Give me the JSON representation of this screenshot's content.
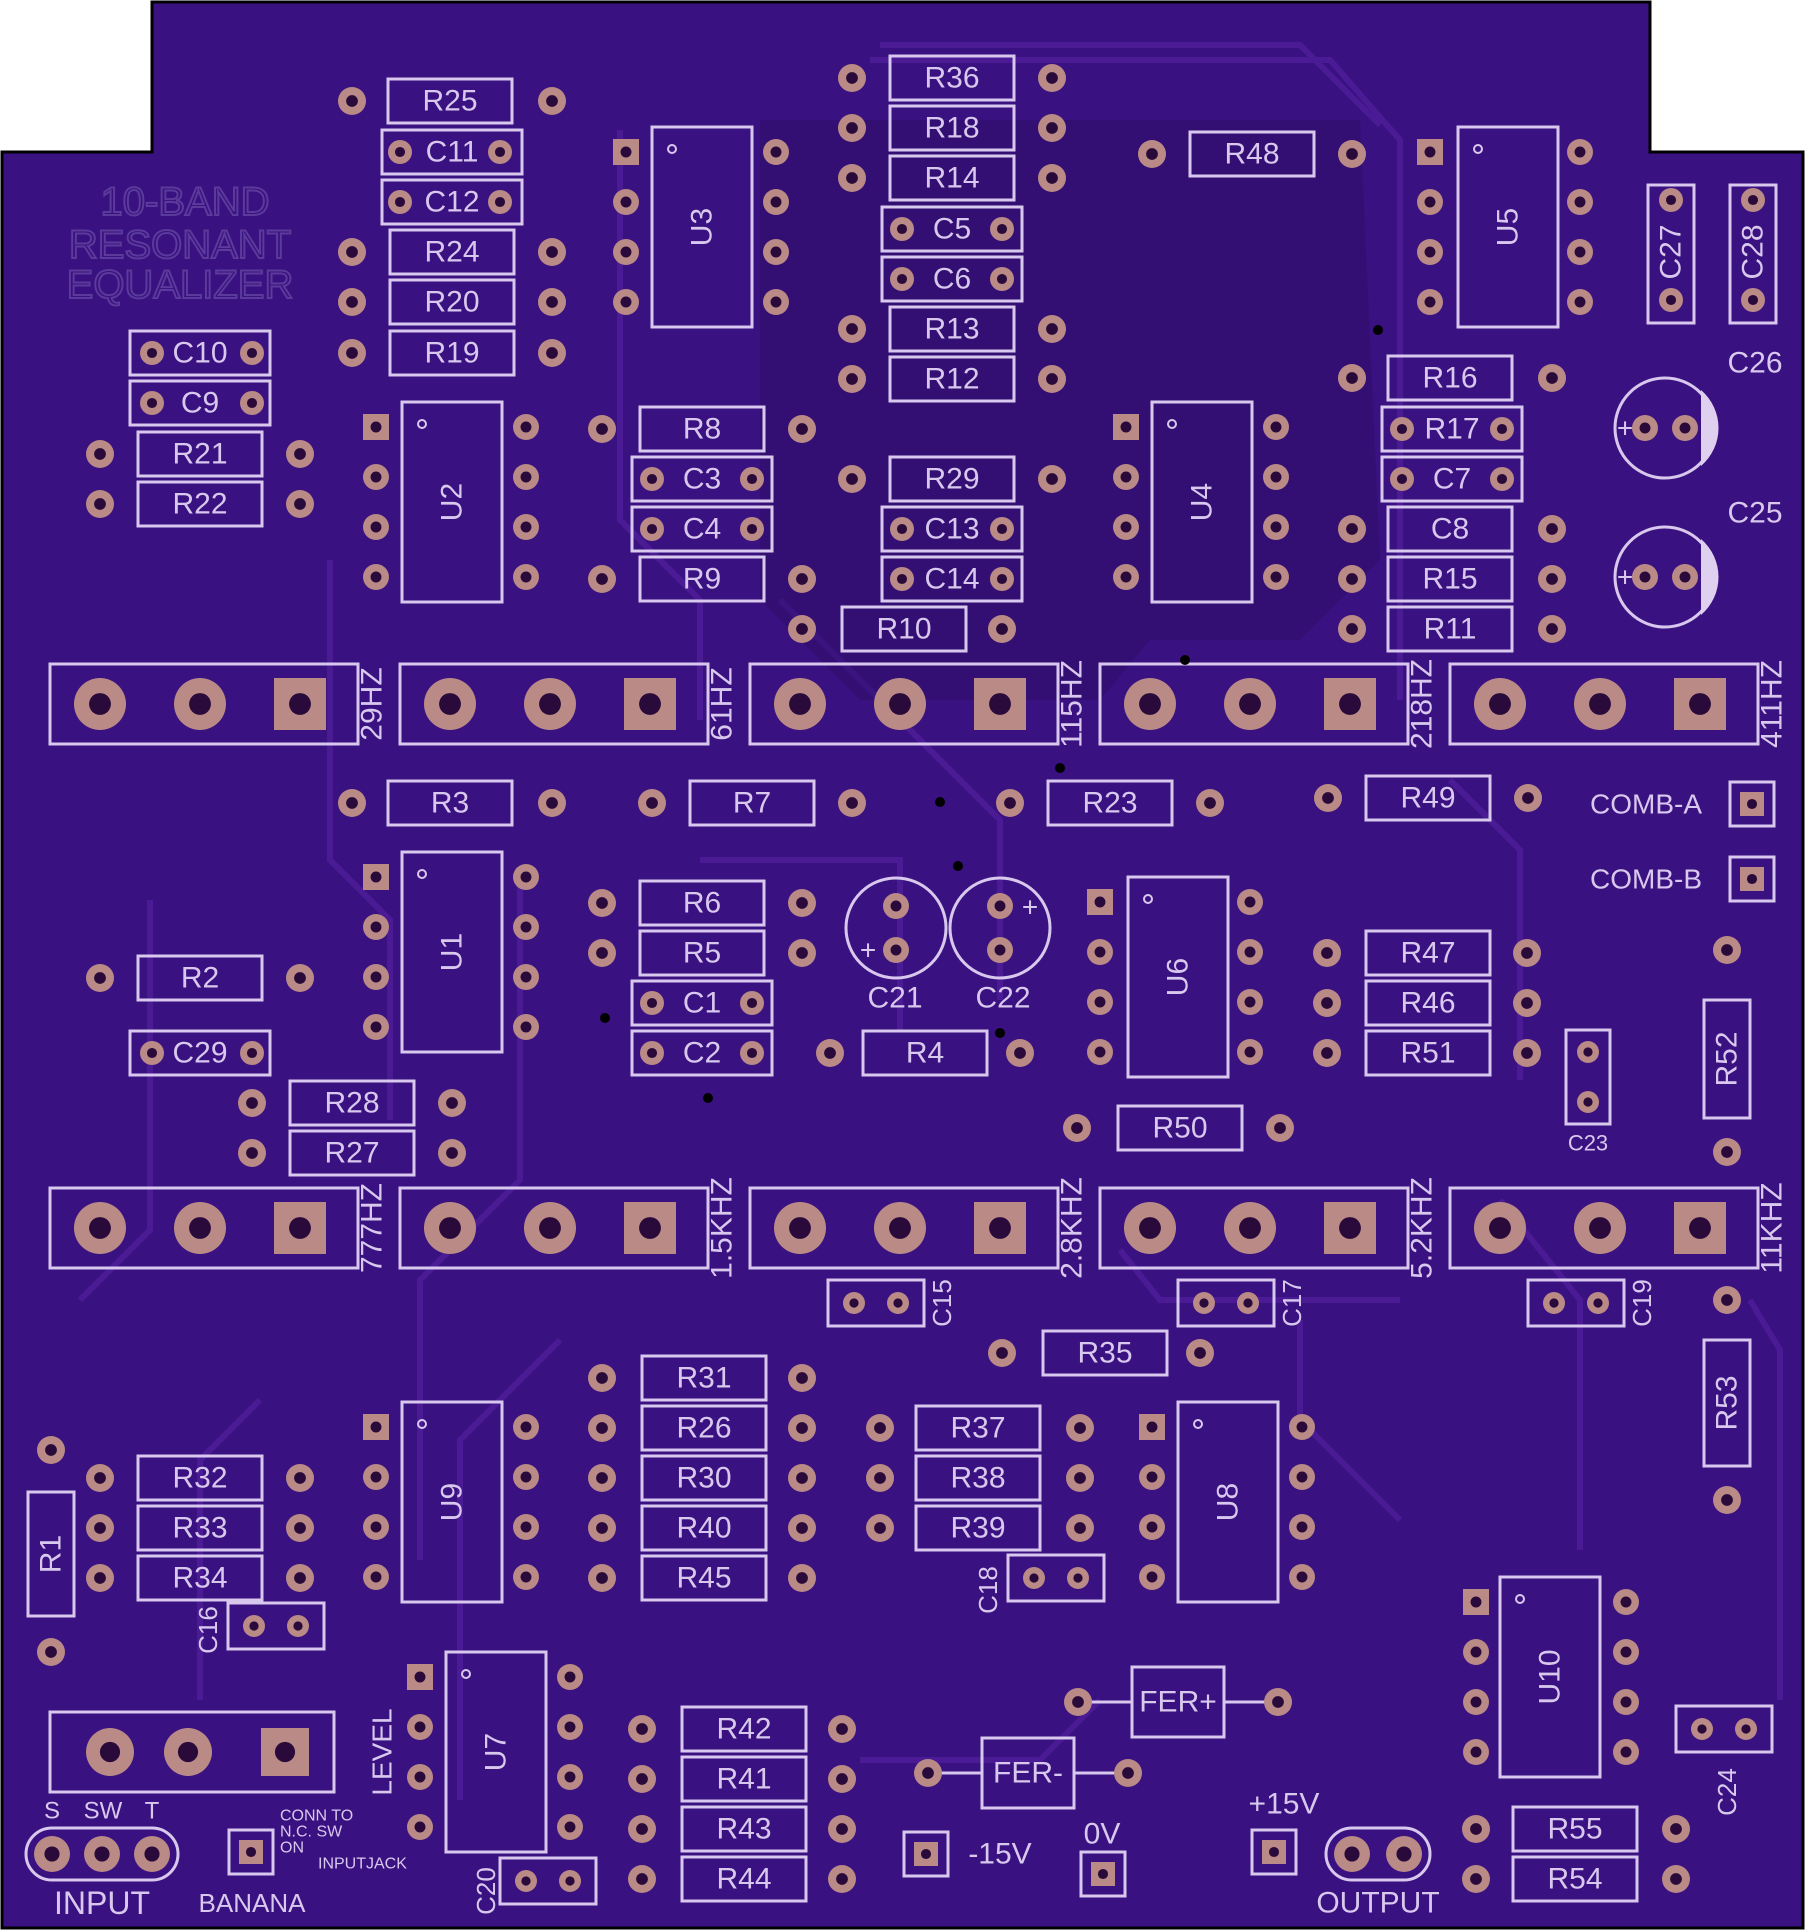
{
  "title_lines": [
    "10-BAND",
    "RESONANT",
    "EQUALIZER"
  ],
  "colors": {
    "board": "#3a1180",
    "board_dark": "#2c0d66",
    "trace": "#4a1b95",
    "silk": "#d8c8ee",
    "pad": "#b98a86",
    "hole": "#2a0a3a",
    "cap_fill": "#e0d0f0"
  },
  "resistors": [
    "R25",
    "R24",
    "R20",
    "R19",
    "R21",
    "R22",
    "R8",
    "R9",
    "R36",
    "R18",
    "R14",
    "R13",
    "R12",
    "R29",
    "R10",
    "R48",
    "R16",
    "R15",
    "R11",
    "R3",
    "R7",
    "R23",
    "R49",
    "R6",
    "R5",
    "R4",
    "R2",
    "R28",
    "R27",
    "R50",
    "R47",
    "R46",
    "R51",
    "R52",
    "R35",
    "R31",
    "R26",
    "R30",
    "R40",
    "R45",
    "R37",
    "R38",
    "R39",
    "R53",
    "R32",
    "R33",
    "R34",
    "R1",
    "R42",
    "R41",
    "R43",
    "R44",
    "R55",
    "R54",
    "R17",
    "C8"
  ],
  "capacitors": [
    "C11",
    "C12",
    "C10",
    "C9",
    "C3",
    "C4",
    "C5",
    "C6",
    "C13",
    "C14",
    "C7",
    "C1",
    "C2",
    "C29",
    "C27",
    "C28",
    "C23",
    "C15",
    "C17",
    "C19",
    "C18",
    "C16",
    "C24",
    "C20"
  ],
  "electrolytics": [
    "C26",
    "C25",
    "C21",
    "C22"
  ],
  "ics": [
    "U3",
    "U2",
    "U4",
    "U5",
    "U1",
    "U6",
    "U9",
    "U8",
    "U7",
    "U10"
  ],
  "pots_row1": [
    "29HZ",
    "61HZ",
    "115HZ",
    "218HZ",
    "411HZ"
  ],
  "pots_row2": [
    "777HZ",
    "1.5KHZ",
    "2.8KHZ",
    "5.2KHZ",
    "11KHZ"
  ],
  "labels": {
    "comb_a": "COMB-A",
    "comb_b": "COMB-B",
    "fer_plus": "FER+",
    "fer_minus": "FER-",
    "minus15": "-15V",
    "zero_v": "0V",
    "plus15": "+15V",
    "output": "OUTPUT",
    "input": "INPUT",
    "banana": "BANANA",
    "level": "LEVEL",
    "s": "S",
    "sw": "SW",
    "t": "T",
    "conn_note": [
      "CONN TO",
      "N.C. SW",
      "ON",
      "INPUTJACK"
    ]
  }
}
